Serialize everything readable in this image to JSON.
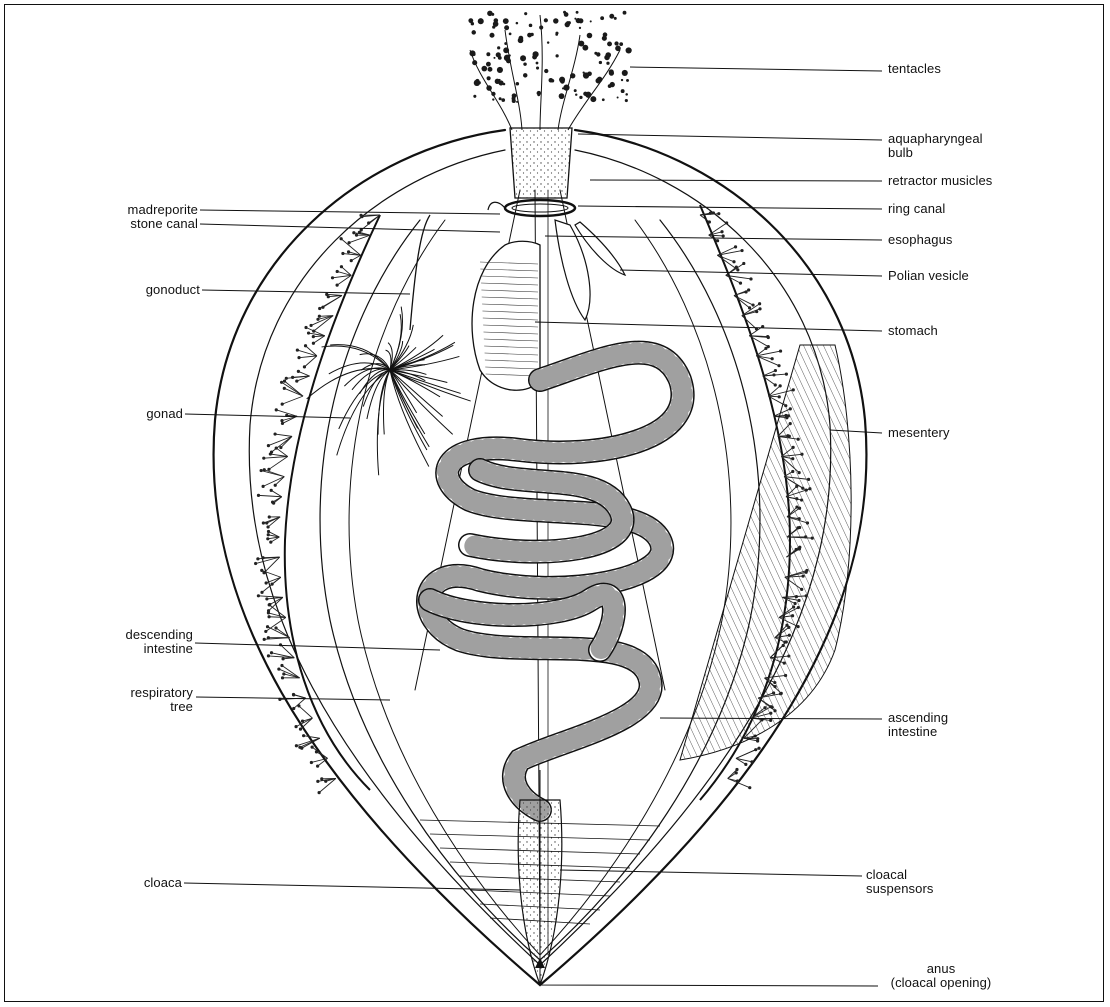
{
  "labels": {
    "tentacles": "tentacles",
    "aquapharyngeal_bulb": "aquapharyngeal\nbulb",
    "retractor_muscles": "retractor musicles",
    "ring_canal": "ring canal",
    "esophagus": "esophagus",
    "polian_vesicle": "Polian vesicle",
    "stomach": "stomach",
    "mesentery": "mesentery",
    "ascending_intestine": "ascending\nintestine",
    "cloacal_suspensors": "cloacal\nsuspensors",
    "anus": "anus\n(cloacal opening)",
    "madreporite": "madreporite",
    "stone_canal": "stone canal",
    "gonoduct": "gonoduct",
    "gonad": "gonad",
    "descending_intestine": "descending\nintestine",
    "respiratory_tree": "respiratory\ntree",
    "cloaca": "cloaca"
  },
  "colors": {
    "ink": "#111111",
    "paper": "#ffffff",
    "stipple": "#555555"
  }
}
